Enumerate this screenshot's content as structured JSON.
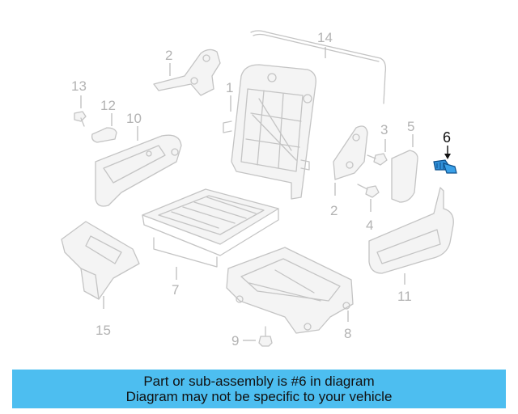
{
  "diagram": {
    "callouts": {
      "c1": "1",
      "c2a": "2",
      "c2b": "2",
      "c3": "3",
      "c4": "4",
      "c5": "5",
      "c6": "6",
      "c7": "7",
      "c8": "8",
      "c9": "9",
      "c10": "10",
      "c11": "11",
      "c12": "12",
      "c13": "13",
      "c14": "14",
      "c15": "15"
    },
    "highlighted_part": "6",
    "highlight_color": "#2f8fd8"
  },
  "banner": {
    "line1": "Part or sub-assembly is #6 in diagram",
    "line2": "Diagram may not be specific to your vehicle",
    "background": "#4dbef0"
  }
}
